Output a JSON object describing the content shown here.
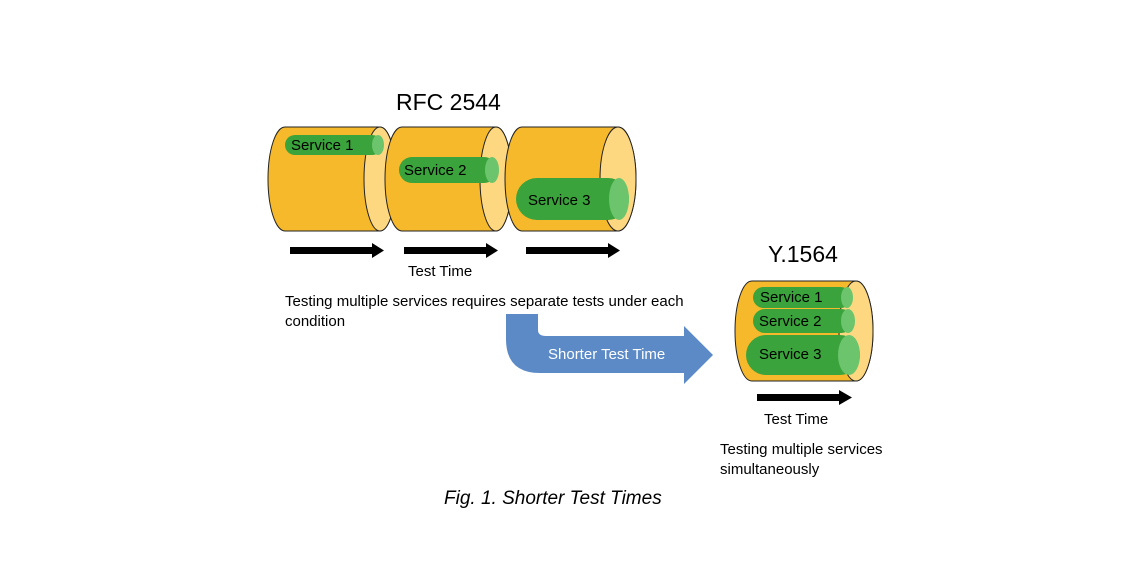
{
  "rfc": {
    "title": "RFC 2544",
    "services": [
      "Service 1",
      "Service 2",
      "Service 3"
    ],
    "time_label": "Test Time",
    "description": "Testing multiple services requires separate tests under each condition"
  },
  "transition": {
    "label": "Shorter Test Time"
  },
  "y1564": {
    "title": "Y.1564",
    "services": [
      "Service 1",
      "Service 2",
      "Service 3"
    ],
    "time_label": "Test Time",
    "description": "Testing multiple services simultaneously"
  },
  "caption": "Fig. 1. Shorter Test Times",
  "colors": {
    "cylinder": "#f6b92c",
    "cylinder_end": "#fdd880",
    "service": "#3ba33b",
    "service_end": "#6cc46c",
    "arrow": "#5b8ac7",
    "time_arrow": "#000000"
  }
}
